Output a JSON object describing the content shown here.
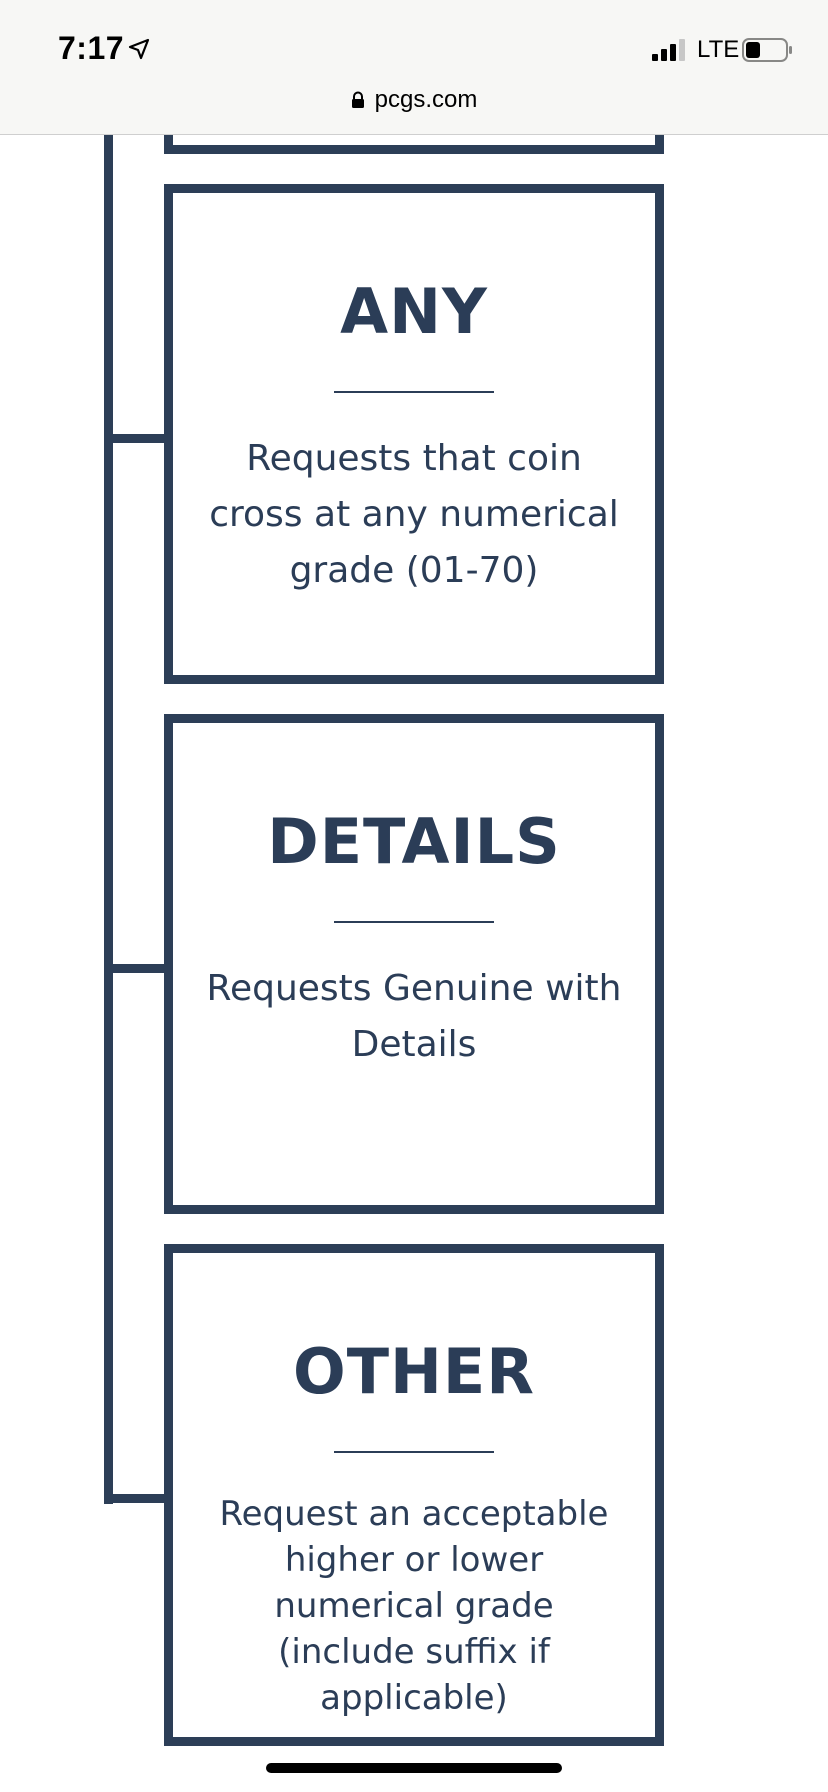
{
  "status_bar": {
    "time": "7:17",
    "network": "LTE",
    "icons": [
      "location-arrow-icon",
      "cellular-signal-icon",
      "battery-icon"
    ]
  },
  "browser": {
    "url": "pcgs.com",
    "icons": [
      "lock-icon"
    ]
  },
  "colors": {
    "navy": "#2c3e57",
    "background": "#ffffff",
    "chrome": "#f7f7f5"
  },
  "options": [
    {
      "title": "ANY",
      "description": "Requests that coin cross at any numerical grade (01-70)"
    },
    {
      "title": "DETAILS",
      "description": "Requests Genuine with Details"
    },
    {
      "title": "OTHER",
      "description": "Request an acceptable higher or lower numerical grade (include suffix if applicable)"
    }
  ]
}
